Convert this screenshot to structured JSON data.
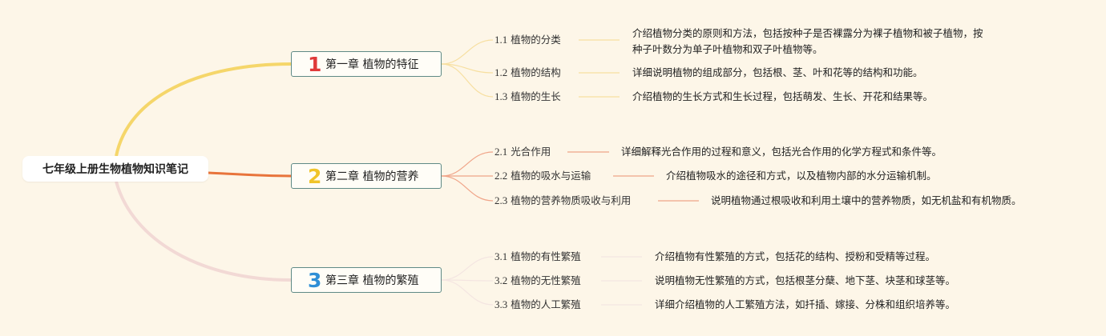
{
  "root": {
    "title": "七年级上册生物植物知识笔记"
  },
  "colors": {
    "background": "#fdf6e8",
    "branch1": "#f5d66a",
    "branch2": "#e8743b",
    "branch3": "#f2d9d5",
    "num1": "#e03a3a",
    "num2": "#f0c42a",
    "num3": "#2f8fd6",
    "box_border": "#5f8a86"
  },
  "chapters": [
    {
      "number": "1",
      "title": "第一章 植物的特征",
      "sections": [
        {
          "no": "1.1",
          "title": "植物的分类",
          "desc_lines": [
            "介绍植物分类的原则和方法，包括按种子是否裸露分为裸子植物和被子植物，按",
            "种子叶数分为单子叶植物和双子叶植物等。"
          ]
        },
        {
          "no": "1.2",
          "title": "植物的结构",
          "desc_lines": [
            "详细说明植物的组成部分，包括根、茎、叶和花等的结构和功能。"
          ]
        },
        {
          "no": "1.3",
          "title": "植物的生长",
          "desc_lines": [
            "介绍植物的生长方式和生长过程，包括萌发、生长、开花和结果等。"
          ]
        }
      ]
    },
    {
      "number": "2",
      "title": "第二章 植物的营养",
      "sections": [
        {
          "no": "2.1",
          "title": "光合作用",
          "desc_lines": [
            "详细解释光合作用的过程和意义，包括光合作用的化学方程式和条件等。"
          ]
        },
        {
          "no": "2.2",
          "title": "植物的吸水与运输",
          "desc_lines": [
            "介绍植物吸水的途径和方式，以及植物内部的水分运输机制。"
          ]
        },
        {
          "no": "2.3",
          "title": "植物的营养物质吸收与利用",
          "desc_lines": [
            "说明植物通过根吸收和利用土壤中的营养物质，如无机盐和有机物质。"
          ]
        }
      ]
    },
    {
      "number": "3",
      "title": "第三章 植物的繁殖",
      "sections": [
        {
          "no": "3.1",
          "title": "植物的有性繁殖",
          "desc_lines": [
            "介绍植物有性繁殖的方式，包括花的结构、授粉和受精等过程。"
          ]
        },
        {
          "no": "3.2",
          "title": "植物的无性繁殖",
          "desc_lines": [
            "说明植物无性繁殖的方式，包括根茎分蘖、地下茎、块茎和球茎等。"
          ]
        },
        {
          "no": "3.3",
          "title": "植物的人工繁殖",
          "desc_lines": [
            "详细介绍植物的人工繁殖方法，如扦插、嫁接、分株和组织培养等。"
          ]
        }
      ]
    }
  ]
}
